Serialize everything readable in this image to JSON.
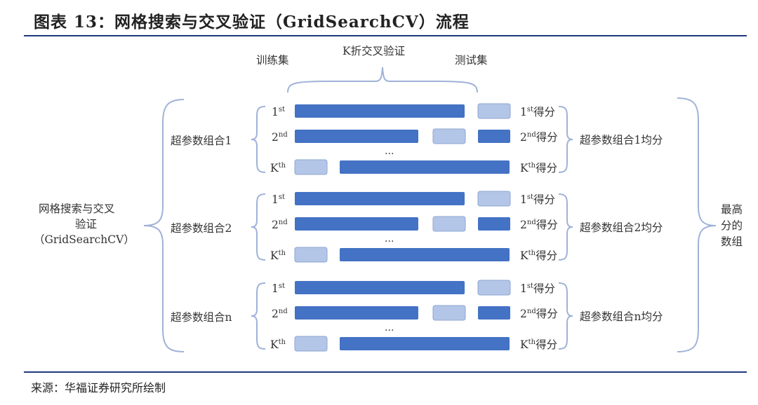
{
  "title": "图表 13：网格搜索与交叉验证（GridSearchCV）流程",
  "source": "来源：华福证券研究所绘制",
  "header_labels": {
    "train": "训练集",
    "kfold": "K折交叉验证",
    "test": "测试集"
  },
  "left_label": [
    "网格搜索与交叉",
    "验证",
    "（GridSearchCV）"
  ],
  "right_label": [
    "最高",
    "分的",
    "数组"
  ],
  "ellipsis": "…",
  "groups": [
    {
      "name": "超参数组合1",
      "avg": "超参数组合1均分",
      "folds": [
        {
          "sup_base": "1",
          "sup": "st",
          "score": "得分"
        },
        {
          "sup_base": "2",
          "sup": "nd",
          "score": "得分"
        },
        {
          "sup_base": "K",
          "sup": "th",
          "score": "得分"
        }
      ]
    },
    {
      "name": "超参数组合2",
      "avg": "超参数组合2均分",
      "folds": [
        {
          "sup_base": "1",
          "sup": "st",
          "score": "得分"
        },
        {
          "sup_base": "2",
          "sup": "nd",
          "score": "得分"
        },
        {
          "sup_base": "K",
          "sup": "th",
          "score": "得分"
        }
      ]
    },
    {
      "name": "超参数组合n",
      "avg": "超参数组合n均分",
      "folds": [
        {
          "sup_base": "1",
          "sup": "st",
          "score": "得分"
        },
        {
          "sup_base": "2",
          "sup": "nd",
          "score": "得分"
        },
        {
          "sup_base": "K",
          "sup": "th",
          "score": "得分"
        }
      ]
    }
  ],
  "colors": {
    "dark": "#4472c4",
    "light": "#b4c6e7",
    "rule": "#1e3a7a",
    "brace": "#9fb2d8"
  }
}
